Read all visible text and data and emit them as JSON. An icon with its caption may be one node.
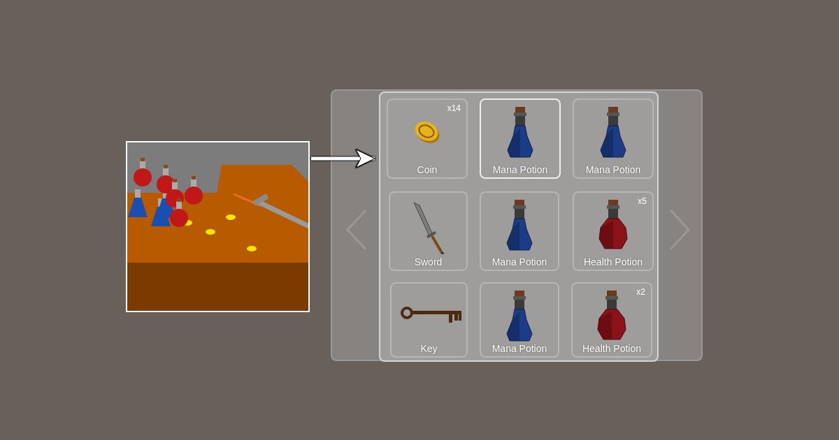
{
  "diagram": {
    "nodes": [
      {
        "text": [],
        "shape": "picture"
      },
      {
        "text": [],
        "shape": "box"
      },
      {
        "text": [],
        "shape": "box",
        "in": 1
      },
      {
        "text": [
          "x14",
          "Coin"
        ],
        "in": 2
      },
      {
        "text": [
          "Mana Potion"
        ],
        "in": 2
      },
      {
        "text": [
          "Mana Potion"
        ],
        "in": 2
      },
      {
        "text": [
          "Sword"
        ],
        "in": 2
      },
      {
        "text": [
          "Mana Potion"
        ],
        "in": 2
      },
      {
        "text": [
          "x5",
          "Health Potion"
        ],
        "in": 2
      },
      {
        "text": [
          "Key"
        ],
        "in": 2
      },
      {
        "text": [
          "Mana Potion"
        ],
        "in": 2
      },
      {
        "text": [
          "x2",
          "Health Potion"
        ],
        "in": 2
      }
    ],
    "edges": [
      {
        "from": 0,
        "to": 2,
        "arrow": "to"
      }
    ]
  }
}
